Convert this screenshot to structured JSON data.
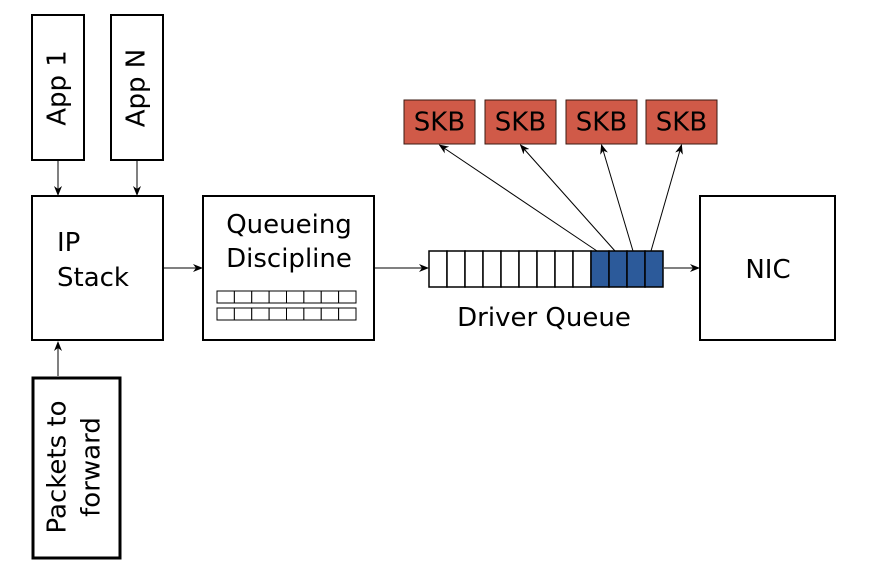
{
  "nodes": {
    "app1": "App 1",
    "appN": "App N",
    "ip_stack_line1": "IP",
    "ip_stack_line2": "Stack",
    "qdisc_line1": "Queueing",
    "qdisc_line2": "Discipline",
    "driver_queue": "Driver Queue",
    "nic": "NIC",
    "packets_line1": "Packets to",
    "packets_line2": "forward",
    "skb_labels": [
      "SKB",
      "SKB",
      "SKB",
      "SKB"
    ]
  },
  "driver_queue": {
    "total_slots": 13,
    "filled_slots": 4
  },
  "qdisc_queue": {
    "rows": 2,
    "slots_per_row": 8
  },
  "colors": {
    "skb_fill": "#d05a48",
    "filled_slot": "#2c5a9a"
  }
}
